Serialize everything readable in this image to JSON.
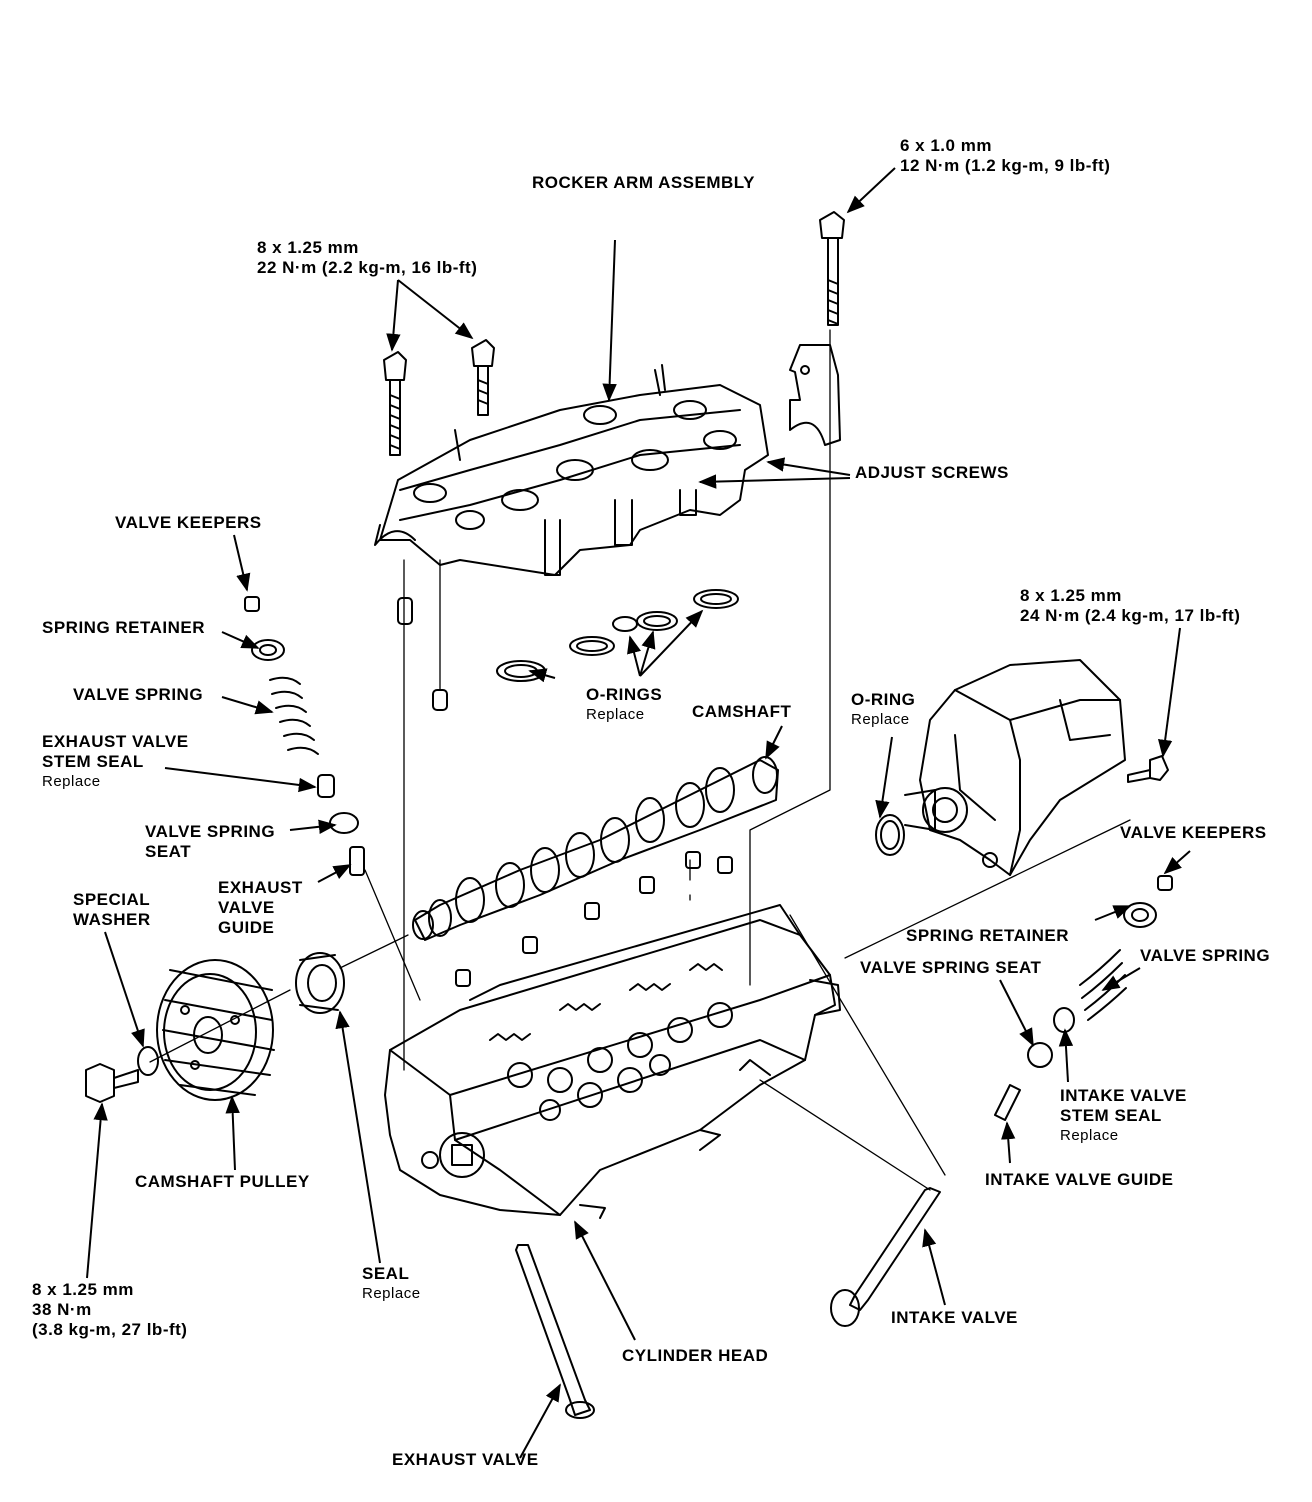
{
  "labels": {
    "bolt_top_right_size": "6 x 1.0 mm",
    "bolt_top_right_torque": "12 N·m (1.2 kg-m, 9 lb-ft)",
    "rocker_arm_assembly": "ROCKER ARM ASSEMBLY",
    "bolt_rocker_size": "8 x 1.25 mm",
    "bolt_rocker_torque": "22 N·m (2.2 kg-m, 16 lb-ft)",
    "adjust_screws": "ADJUST SCREWS",
    "valve_keepers_left": "VALVE KEEPERS",
    "spring_retainer_left": "SPRING RETAINER",
    "valve_spring_left": "VALVE SPRING",
    "exhaust_valve_stem_seal_1": "EXHAUST VALVE",
    "exhaust_valve_stem_seal_2": "STEM SEAL",
    "exhaust_valve_stem_seal_note": "Replace",
    "valve_spring_seat_left_1": "VALVE SPRING",
    "valve_spring_seat_left_2": "SEAT",
    "special_washer_1": "SPECIAL",
    "special_washer_2": "WASHER",
    "exhaust_valve_guide_1": "EXHAUST",
    "exhaust_valve_guide_2": "VALVE",
    "exhaust_valve_guide_3": "GUIDE",
    "o_rings": "O-RINGS",
    "o_rings_note": "Replace",
    "camshaft": "CAMSHAFT",
    "o_ring": "O-RING",
    "o_ring_note": "Replace",
    "bolt_distributor_size": "8 x 1.25 mm",
    "bolt_distributor_torque": "24 N·m (2.4 kg-m, 17 lb-ft)",
    "valve_keepers_right": "VALVE KEEPERS",
    "spring_retainer_right": "SPRING RETAINER",
    "valve_spring_right": "VALVE SPRING",
    "valve_spring_seat_right": "VALVE SPRING SEAT",
    "intake_valve_stem_seal_1": "INTAKE VALVE",
    "intake_valve_stem_seal_2": "STEM SEAL",
    "intake_valve_stem_seal_note": "Replace",
    "intake_valve_guide": "INTAKE VALVE GUIDE",
    "camshaft_pulley": "CAMSHAFT PULLEY",
    "bolt_pulley_size": "8 x 1.25 mm",
    "bolt_pulley_torque_1": "38 N·m",
    "bolt_pulley_torque_2": "(3.8 kg-m, 27 lb-ft)",
    "seal": "SEAL",
    "seal_note": "Replace",
    "cylinder_head": "CYLINDER HEAD",
    "intake_valve": "INTAKE VALVE",
    "exhaust_valve": "EXHAUST VALVE"
  }
}
